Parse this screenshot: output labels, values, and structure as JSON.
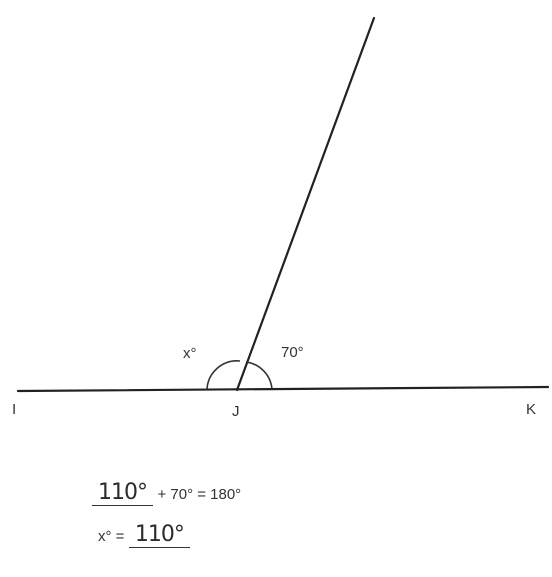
{
  "points": {
    "left": "I",
    "vertex": "J",
    "right": "K"
  },
  "angles": {
    "left": "x°",
    "right": "70°"
  },
  "equations": {
    "line1_answer": "110°",
    "line1_rest": "+ 70° = 180°",
    "line2_prefix": "x° =",
    "line2_answer": "110°"
  },
  "colors": {
    "ink": "#222222",
    "pencil": "#2b2b2b"
  }
}
